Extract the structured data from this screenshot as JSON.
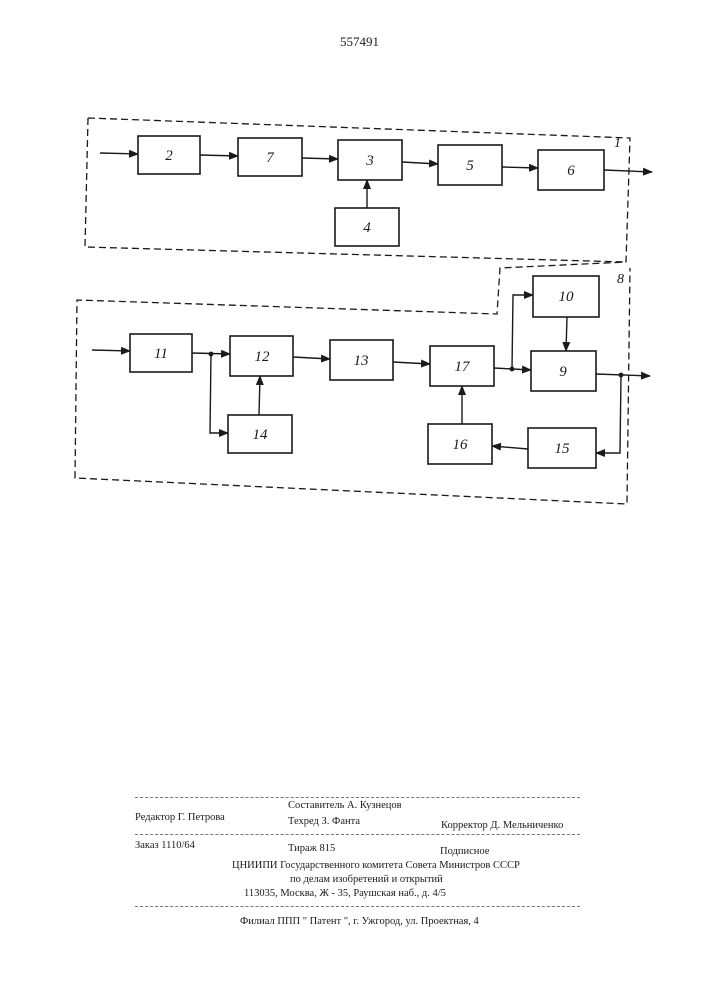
{
  "document_number": "557491",
  "diagram": {
    "group_labels": [
      "1",
      "8"
    ],
    "blocks": [
      {
        "id": "2",
        "label": "2"
      },
      {
        "id": "7",
        "label": "7"
      },
      {
        "id": "3",
        "label": "3"
      },
      {
        "id": "5",
        "label": "5"
      },
      {
        "id": "6",
        "label": "6"
      },
      {
        "id": "4",
        "label": "4"
      },
      {
        "id": "11",
        "label": "11"
      },
      {
        "id": "12",
        "label": "12"
      },
      {
        "id": "13",
        "label": "13"
      },
      {
        "id": "17",
        "label": "17"
      },
      {
        "id": "9",
        "label": "9"
      },
      {
        "id": "10",
        "label": "10"
      },
      {
        "id": "14",
        "label": "14"
      },
      {
        "id": "16",
        "label": "16"
      },
      {
        "id": "15",
        "label": "15"
      }
    ],
    "connections": [
      [
        "in1",
        "2"
      ],
      [
        "2",
        "7"
      ],
      [
        "7",
        "3"
      ],
      [
        "4",
        "3"
      ],
      [
        "3",
        "5"
      ],
      [
        "5",
        "6"
      ],
      [
        "6",
        "out1"
      ],
      [
        "in2",
        "11"
      ],
      [
        "11",
        "12"
      ],
      [
        "11",
        "14"
      ],
      [
        "14",
        "12"
      ],
      [
        "12",
        "13"
      ],
      [
        "13",
        "17"
      ],
      [
        "16",
        "17"
      ],
      [
        "17",
        "9"
      ],
      [
        "17",
        "10"
      ],
      [
        "10",
        "9"
      ],
      [
        "9",
        "out2"
      ],
      [
        "9",
        "15"
      ],
      [
        "15",
        "16"
      ]
    ]
  },
  "footer": {
    "compiler": "Составитель А. Кузнецов",
    "editor": "Редактор Г. Петрова",
    "techeditor": "Техред З. Фанта",
    "corrector": "Корректор Д. Мельниченко",
    "order": "Заказ 1110/64",
    "circulation": "Тираж 815",
    "subscription": "Подписное",
    "institute": "ЦНИИПИ Государственного комитета Совета Министров СССР",
    "affairs": "по делам изобретений и открытий",
    "address": "113035, Москва, Ж - 35, Раушская наб., д. 4/5",
    "branch": "Филиал ППП \" Патент \", г. Ужгород, ул. Проектная, 4"
  }
}
